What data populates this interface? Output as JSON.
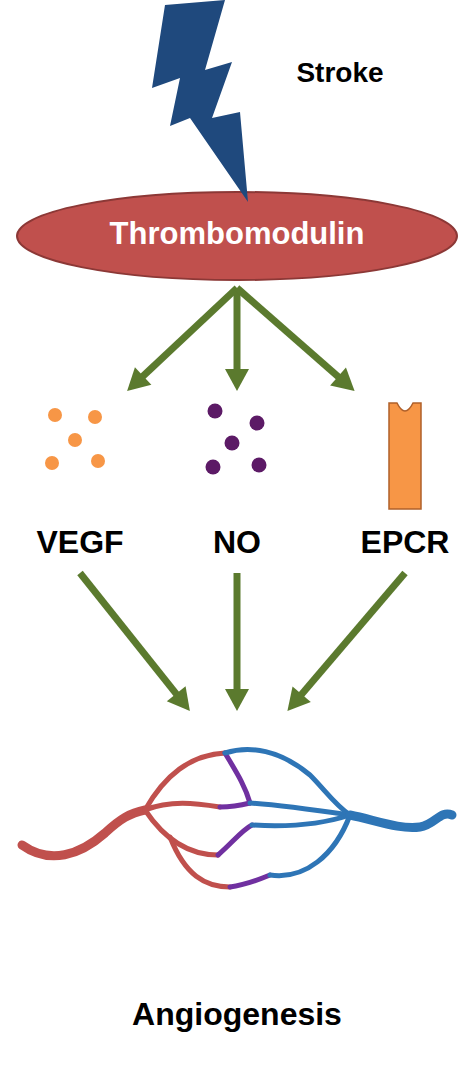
{
  "diagram": {
    "nodes": [
      {
        "text": [
          "Stroke"
        ]
      },
      {
        "text": [
          "Thrombomodulin"
        ]
      },
      {
        "text": [
          "VEGF"
        ]
      },
      {
        "text": [
          "NO"
        ]
      },
      {
        "text": [
          "EPCR"
        ]
      },
      {
        "text": [
          "Angiogenesis"
        ]
      }
    ],
    "edges": [
      {
        "from": 1,
        "to": 2,
        "arrow": "to"
      },
      {
        "from": 1,
        "to": 3,
        "arrow": "to"
      },
      {
        "from": 1,
        "to": 4,
        "arrow": "to"
      },
      {
        "from": 2,
        "to": 5,
        "arrow": "to"
      },
      {
        "from": 3,
        "to": 5,
        "arrow": "to"
      },
      {
        "from": 4,
        "to": 5,
        "arrow": "to"
      }
    ]
  }
}
